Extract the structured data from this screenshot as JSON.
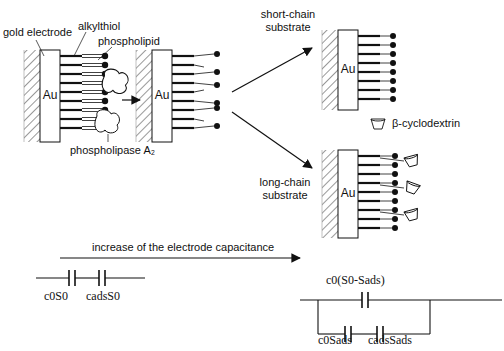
{
  "diagram": {
    "labels": [
      "gold electrode",
      "alkylthiol",
      "phospholipid",
      "Au",
      "phospholipase A₂",
      "Au",
      "short-chain substrate",
      "Au",
      "β-cyclodextrin",
      "long-chain substrate",
      "Au",
      "increase of the electrode capacitance",
      "c0S0",
      "cadsS0",
      "c0(S0-Sads)",
      "c0Sads",
      "cadsSads"
    ]
  }
}
